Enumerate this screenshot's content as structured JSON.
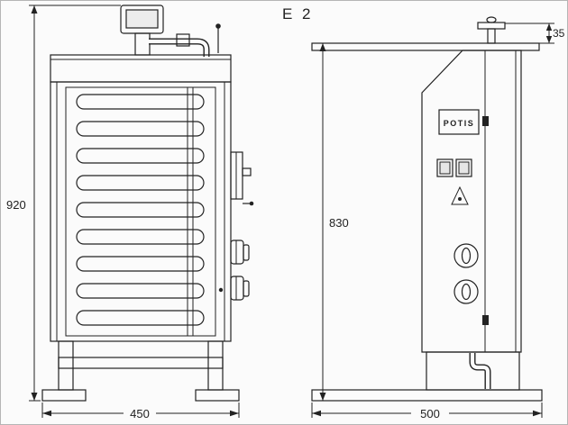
{
  "title": "E 2",
  "side_view": {
    "brand_label": "POTIS"
  },
  "dimensions": {
    "front_height": "920",
    "front_width": "450",
    "side_height": "830",
    "side_depth": "500",
    "lid_offset": "35"
  },
  "figure": {
    "heating_coil_count": 9,
    "control_knob_count": 2
  },
  "colors": {
    "line": "#222222",
    "bg": "#fbfbfb"
  }
}
